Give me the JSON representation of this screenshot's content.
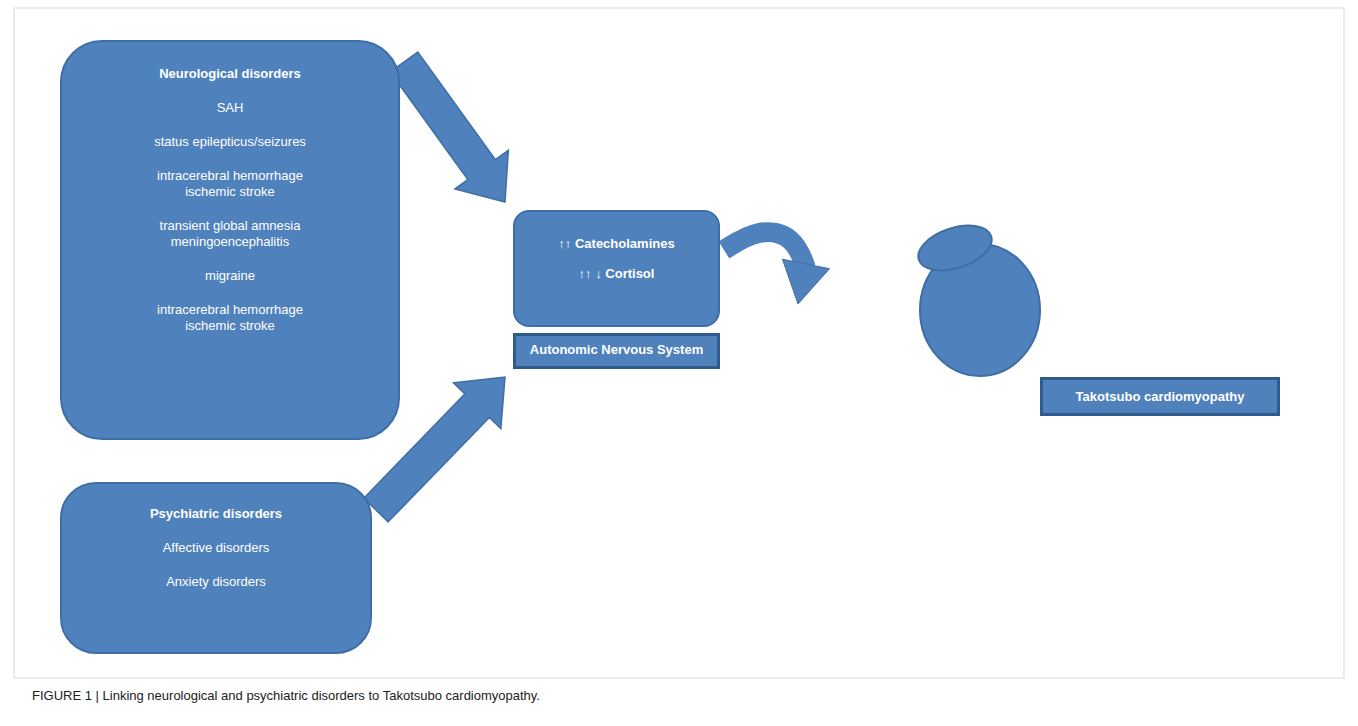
{
  "diagram": {
    "caption": "FIGURE 1 | Linking neurological and psychiatric disorders to Takotsubo cardiomyopathy.",
    "nodes": [
      {
        "text": [
          "Neurological disorders",
          "SAH",
          "status epilepticus/seizures",
          "intracerebral hemorrhage ischemic stroke",
          "transient global amnesia meningoencephalitis",
          "migraine",
          "intracerebral hemorrhage ischemic stroke"
        ]
      },
      {
        "text": [
          "Psychiatric disorders",
          "Affective disorders",
          "Anxiety disorders"
        ]
      },
      {
        "text": [
          "↑↑ Catecholamines",
          "↑↑ ↓ Cortisol"
        ]
      },
      {
        "text": [
          "Autonomic Nervous System"
        ]
      },
      {
        "text": [
          "Takotsubo cardiomyopathy"
        ]
      }
    ],
    "edges": [
      {
        "from": 0,
        "to": 2,
        "arrow": "to"
      },
      {
        "from": 1,
        "to": 3,
        "arrow": "to"
      },
      {
        "from": 2,
        "to": 4,
        "arrow": "to"
      }
    ]
  }
}
